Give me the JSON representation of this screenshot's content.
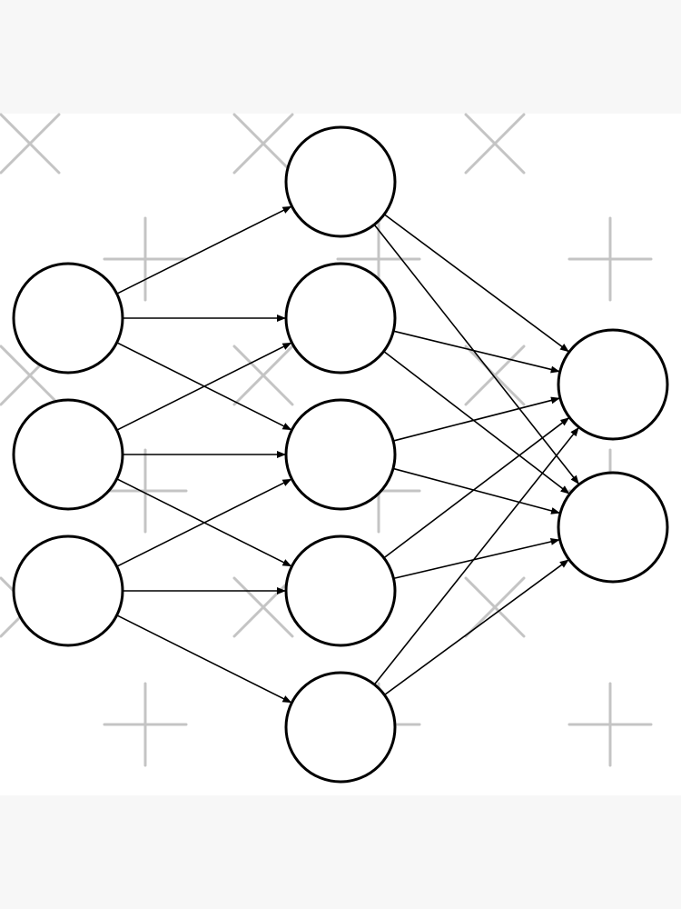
{
  "diagram": {
    "layers": [
      {
        "nodes": [
          "",
          "",
          ""
        ]
      },
      {
        "nodes": [
          "",
          "",
          "",
          "",
          ""
        ]
      },
      {
        "nodes": [
          "",
          ""
        ]
      }
    ],
    "connections": [
      {
        "from": [
          0,
          0
        ],
        "to": [
          1,
          0
        ]
      },
      {
        "from": [
          0,
          0
        ],
        "to": [
          1,
          1
        ]
      },
      {
        "from": [
          0,
          0
        ],
        "to": [
          1,
          2
        ]
      },
      {
        "from": [
          0,
          1
        ],
        "to": [
          1,
          1
        ]
      },
      {
        "from": [
          0,
          1
        ],
        "to": [
          1,
          2
        ]
      },
      {
        "from": [
          0,
          1
        ],
        "to": [
          1,
          3
        ]
      },
      {
        "from": [
          0,
          2
        ],
        "to": [
          1,
          2
        ]
      },
      {
        "from": [
          0,
          2
        ],
        "to": [
          1,
          3
        ]
      },
      {
        "from": [
          0,
          2
        ],
        "to": [
          1,
          4
        ]
      },
      {
        "from": [
          1,
          0
        ],
        "to": [
          2,
          0
        ]
      },
      {
        "from": [
          1,
          0
        ],
        "to": [
          2,
          1
        ]
      },
      {
        "from": [
          1,
          1
        ],
        "to": [
          2,
          0
        ]
      },
      {
        "from": [
          1,
          1
        ],
        "to": [
          2,
          1
        ]
      },
      {
        "from": [
          1,
          2
        ],
        "to": [
          2,
          0
        ]
      },
      {
        "from": [
          1,
          2
        ],
        "to": [
          2,
          1
        ]
      },
      {
        "from": [
          1,
          3
        ],
        "to": [
          2,
          0
        ]
      },
      {
        "from": [
          1,
          3
        ],
        "to": [
          2,
          1
        ]
      },
      {
        "from": [
          1,
          4
        ],
        "to": [
          2,
          0
        ]
      },
      {
        "from": [
          1,
          4
        ],
        "to": [
          2,
          1
        ]
      }
    ],
    "colors": {
      "stroke": "#000000",
      "node_fill": "#ffffff",
      "background": "#ffffff",
      "page": "#f7f7f7",
      "watermark": "#c4c4c4"
    }
  },
  "watermark": {
    "marks": [
      "plus",
      "cross"
    ]
  }
}
